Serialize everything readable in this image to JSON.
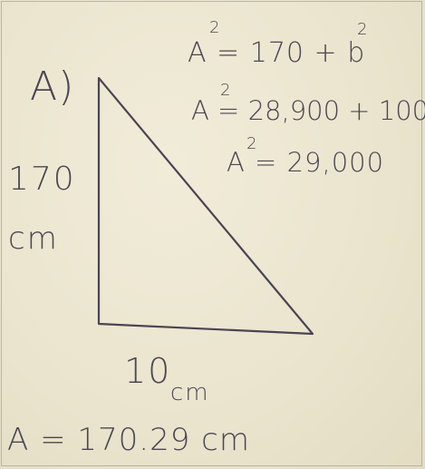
{
  "label": {
    "part": "A)"
  },
  "triangle": {
    "height_value": "170",
    "height_unit": "cm",
    "base_value": "10",
    "base_unit": "cm"
  },
  "work": {
    "line1": "A = 170 + b",
    "line2": "A = 28,900 + 100",
    "line3": "A = 29,000",
    "exponent": "2"
  },
  "answer": {
    "text": "A = 170.29 cm"
  },
  "colors": {
    "paper": "#ece6d0",
    "pencil": "#4b4652"
  }
}
